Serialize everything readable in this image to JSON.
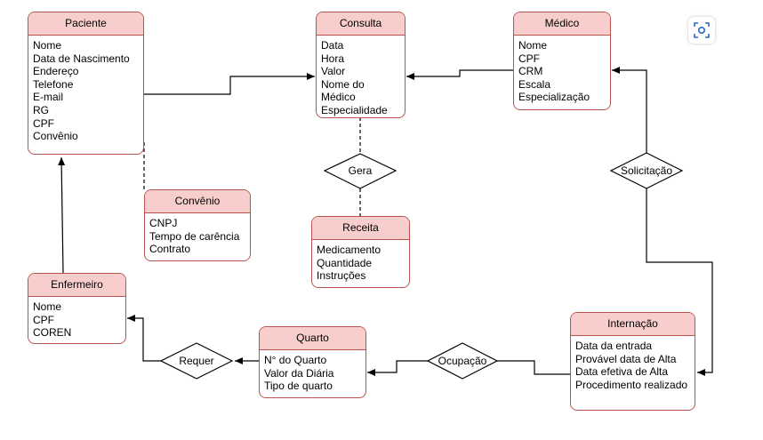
{
  "entities": {
    "paciente": {
      "title": "Paciente",
      "attrs": [
        "Nome",
        "Data de Nascimento",
        "Endereço",
        "Telefone",
        "E-mail",
        "RG",
        "CPF",
        "Convênio"
      ]
    },
    "consulta": {
      "title": "Consulta",
      "attrs": [
        "Data",
        "Hora",
        "Valor",
        "Nome do",
        "Médico",
        "Especialidade"
      ]
    },
    "medico": {
      "title": "Médico",
      "attrs": [
        "Nome",
        "CPF",
        "CRM",
        "Escala",
        "Especialização"
      ]
    },
    "convenio": {
      "title": "Convênio",
      "attrs": [
        "CNPJ",
        "Tempo de carência",
        "Contrato"
      ]
    },
    "receita": {
      "title": "Receita",
      "attrs": [
        "Medicamento",
        "Quantidade",
        "Instruções"
      ]
    },
    "enfermeiro": {
      "title": "Enfermeiro",
      "attrs": [
        "Nome",
        "CPF",
        "COREN"
      ]
    },
    "quarto": {
      "title": "Quarto",
      "attrs": [
        "N° do Quarto",
        "Valor da Diária",
        "Tipo de quarto"
      ]
    },
    "internacao": {
      "title": "Internação",
      "attrs": [
        "Data da entrada",
        "Provável data de Alta",
        "Data efetiva de Alta",
        "Procedimento realizado"
      ]
    }
  },
  "relationships": {
    "gera": "Gera",
    "solicitacao": "Solicitação",
    "requer": "Requer",
    "ocupacao": "Ocupação"
  },
  "colors": {
    "header_fill": "#f8cecc",
    "border": "#b85450",
    "line": "#000000"
  },
  "toolbar": {
    "focus_icon": "focus-icon"
  }
}
